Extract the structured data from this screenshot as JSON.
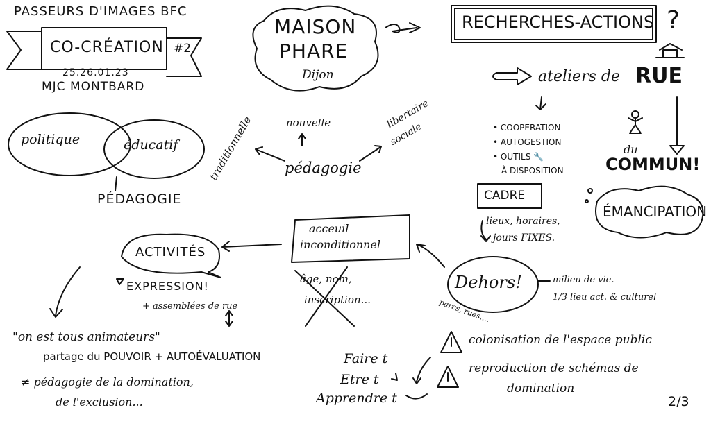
{
  "header": {
    "organizer": "PASSEURS D'IMAGES BFC",
    "banner": "CO-CRÉATION",
    "edition": "#2",
    "dates": "25.26.01.23",
    "venue": "MJC MONTBARD"
  },
  "maison_phare": {
    "line1": "MAISON",
    "line2": "PHARE",
    "city": "Dijon"
  },
  "recherches": {
    "title": "RECHERCHES-ACTIONS",
    "question": "?",
    "ateliers": "ateliers de",
    "rue": "RUE",
    "bullets": [
      "COOPERATION",
      "AUTOGESTION",
      "OUTILS",
      "À DISPOSITION"
    ],
    "du": "du",
    "commun": "COMMUN!",
    "emancipation": "ÉMANCIPATION"
  },
  "cadre": {
    "title": "CADRE",
    "line1": "lieux, horaires,",
    "line2": "jours FIXES."
  },
  "venn": {
    "left": "politique",
    "right": "éducatif",
    "result": "PÉDAGOGIE"
  },
  "pedagogie": {
    "center": "pédagogie",
    "traditional": "traditionnelle",
    "new": "nouvelle",
    "libertarian1": "libertaire",
    "libertarian2": "sociale"
  },
  "activites": {
    "title": "ACTIVITÉS",
    "expression": "EXPRESSION!",
    "assemblies": "+ assemblées de rue"
  },
  "accueil": {
    "line1": "acceuil",
    "line2": "inconditionnel",
    "crossed1": "âge, nom,",
    "crossed2": "inscription..."
  },
  "dehors": {
    "title": "Dehors!",
    "places": "parcs, rues....",
    "note1": "milieu de vie.",
    "note2": "1/3 lieu act. & culturel"
  },
  "bottom_left": {
    "quote": "\"on est tous animateurs\"",
    "sharing": "partage du POUVOIR + AUTOÉVALUATION",
    "not1": "≠ pédagogie de la domination,",
    "not2": "de l'exclusion..."
  },
  "verbs": [
    "Faire t",
    "Etre t",
    "Apprendre t"
  ],
  "warnings": {
    "w1": "colonisation de l'espace public",
    "w2a": "reproduction de schémas de",
    "w2b": "domination"
  },
  "page": "2/3"
}
